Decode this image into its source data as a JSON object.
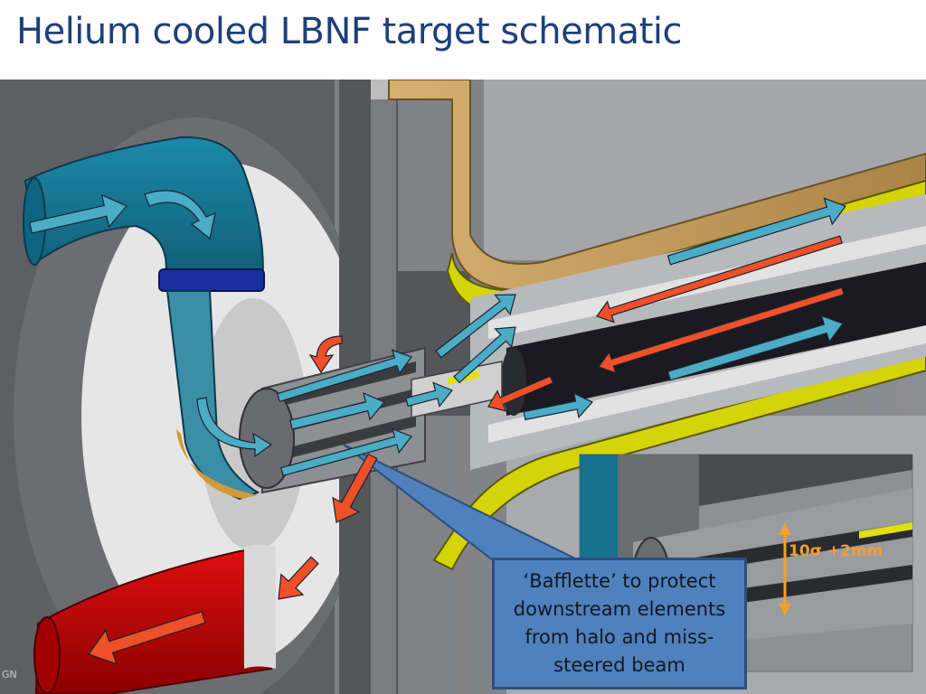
{
  "slide": {
    "title": "Helium cooled LBNF target schematic",
    "footer_fragment": "GN"
  },
  "callout": {
    "text": "‘Bafflette’ to protect downstream elements from halo and miss-steered beam"
  },
  "inset": {
    "dimension_label": "10σ +2mm"
  },
  "colors": {
    "title": "#1f3f7a",
    "helium_in_arrow": "#4bacc6",
    "helium_out_arrow": "#f05028",
    "inlet_pipe": "#17708c",
    "outlet_pipe": "#c00000",
    "target_graphite": "#1a1a20",
    "window_yellow": "#d4d40a",
    "callout_fill": "#4f81bd",
    "dimension_label": "#f0a030"
  }
}
